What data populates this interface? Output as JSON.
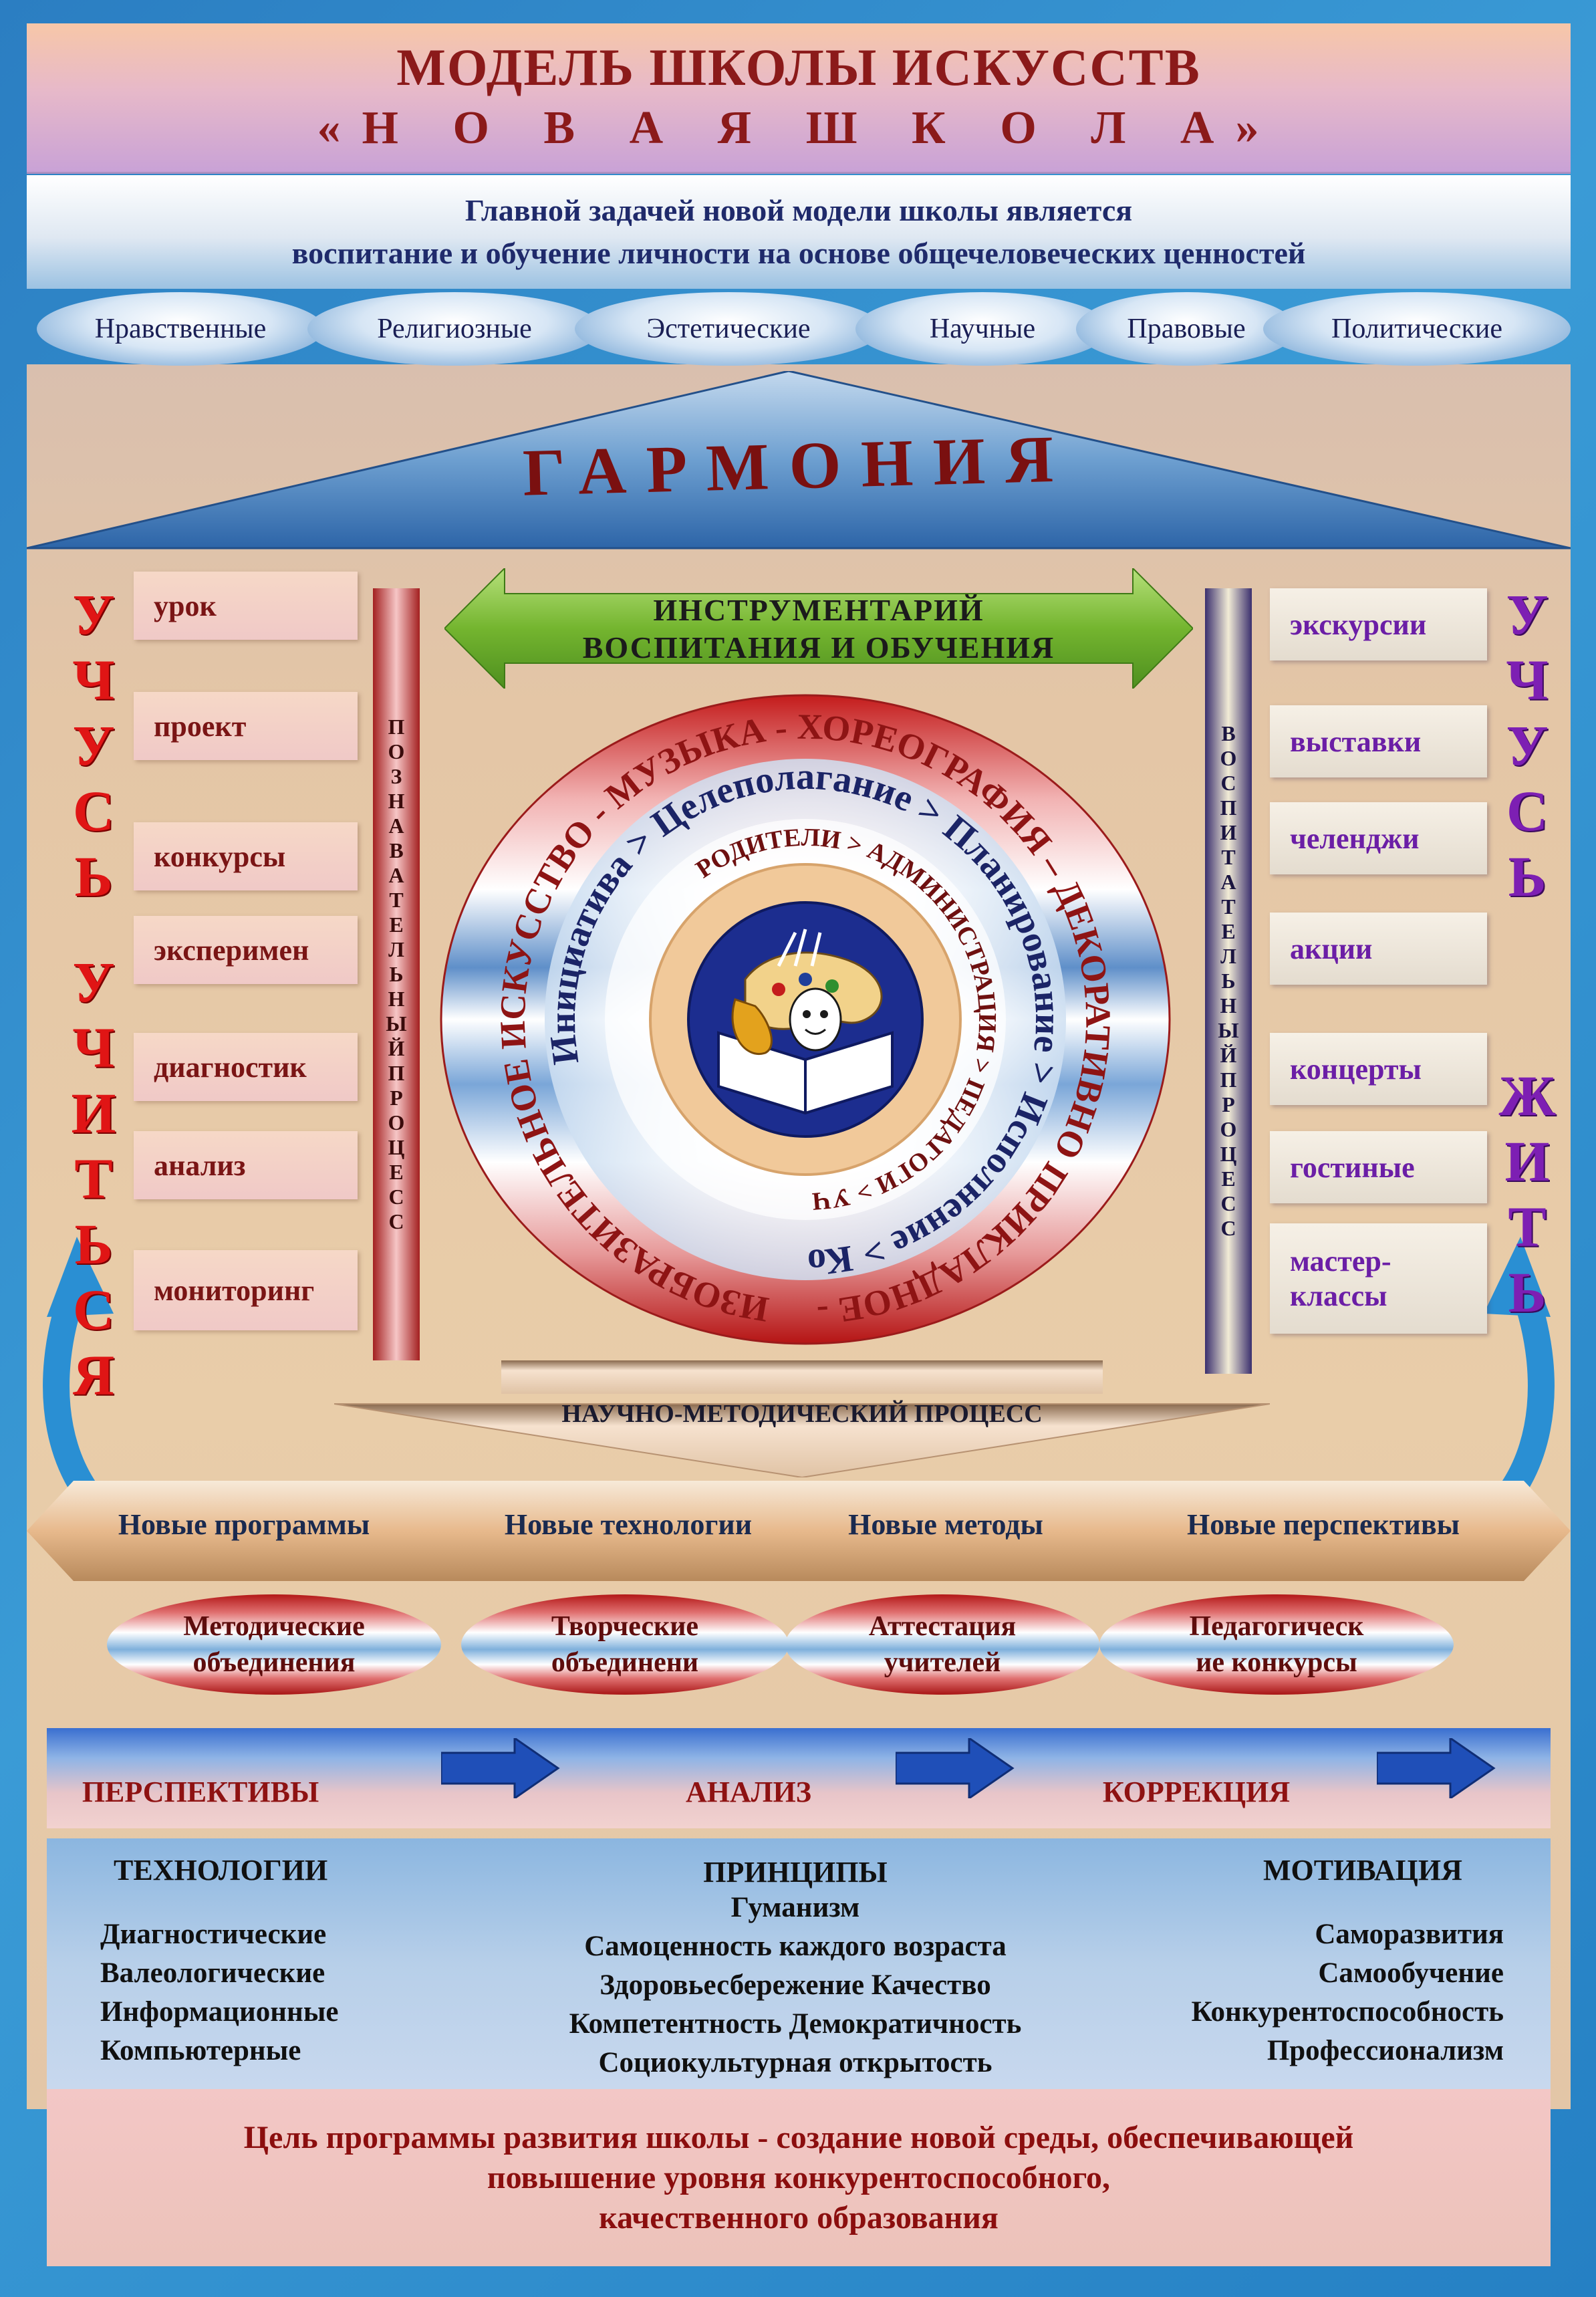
{
  "header": {
    "title_line1": "МОДЕЛЬ ШКОЛЫ ИСКУССТВ",
    "title_line2": "«Н О В А Я    Ш К О Л А»"
  },
  "task": {
    "line1": "Главной задачей новой модели школы является",
    "line2": "воспитание и обучение личности на основе общечеловеческих ценностей"
  },
  "values": [
    "Нравственные",
    "Религиозные",
    "Эстетические",
    "Научные",
    "Правовые",
    "Политические"
  ],
  "harmony": "ГАРМОНИЯ",
  "left_side": {
    "letters_top": [
      "У",
      "Ч",
      "У",
      "С",
      "Ь"
    ],
    "letters_bottom": [
      "У",
      "Ч",
      "И",
      "Т",
      "Ь",
      "С",
      "Я"
    ],
    "pillar_label": "ПОЗНАВАТЕЛЬНЫЙПРОЦЕСС",
    "boxes": [
      "урок",
      "проект",
      "конкурсы",
      "эксперимен",
      "диагностик",
      "анализ",
      "мониторинг"
    ]
  },
  "right_side": {
    "letters_top": [
      "У",
      "Ч",
      "У",
      "С",
      "Ь"
    ],
    "letters_bottom": [
      "Ж",
      "И",
      "Т",
      "Ь"
    ],
    "pillar_label": "ВОСПИТАТЕЛЬНЫЙПРОЦЕСС",
    "boxes": [
      "экскурсии",
      "выставки",
      "челенджи",
      "акции",
      "концерты",
      "гостиные",
      "мастер-классы"
    ]
  },
  "instrument": {
    "line1": "ИНСТРУМЕНТАРИЙ",
    "line2": "ВОСПИТАНИЯ    И    ОБУЧЕНИЯ"
  },
  "circle": {
    "outer_ring": "ИЗОБРАЗИТЕЛЬНОЕ ИСКУССТВО - МУЗЫКА - ХОРЕОГРАФИЯ – ДЕКОРАТИВНО ПРИКЛАДНОЕ -",
    "middle_ring": "Инициатива > Целеполагание > Планирование > Исполнение > Контроль >",
    "inner_ring": "РОДИТЕЛИ > АДМИНИСТРАЦИЯ > ПЕДАГОГИ > УЧАЩИЕСЯ >",
    "colors": {
      "red": "#c41c1c",
      "blue": "#1f3f9a",
      "emblem_blue": "#1c2d8f",
      "inner_tan": "#f1c99a"
    }
  },
  "methodical": {
    "label": "НАУЧНО-МЕТОДИЧЕСКИЙ ПРОЦЕСС",
    "directions": [
      "Новые программы",
      "Новые технологии",
      "Новые методы",
      "Новые перспективы"
    ],
    "pills": [
      {
        "l1": "Методические",
        "l2": "объединения"
      },
      {
        "l1": "Творческие",
        "l2": "объединени"
      },
      {
        "l1": "Аттестация",
        "l2": "учителей"
      },
      {
        "l1": "Педагогическ",
        "l2": "ие конкурсы"
      }
    ]
  },
  "process": [
    "ПЕРСПЕКТИВЫ",
    "АНАЛИЗ",
    "КОРРЕКЦИЯ"
  ],
  "technologies": {
    "title": "ТЕХНОЛОГИИ",
    "items": [
      "Диагностические",
      "Валеологические",
      "Информационные",
      "Компьютерные"
    ]
  },
  "principles": {
    "title": "ПРИНЦИПЫ",
    "items": [
      "Гуманизм",
      "Самоценность каждого возраста",
      "Здоровьесбережение  Качество",
      "Компетентность  Демократичность",
      "Социокультурная открытость"
    ]
  },
  "motivation": {
    "title": "МОТИВАЦИЯ",
    "items": [
      "Саморазвития",
      "Самообучение",
      "Конкурентоспособность",
      "Профессионализм"
    ]
  },
  "goal": {
    "line1": "Цель программы развития школы - создание новой среды, обеспечивающей",
    "line2": "повышение уровня конкурентоспособного,",
    "line3": "качественного образования"
  }
}
